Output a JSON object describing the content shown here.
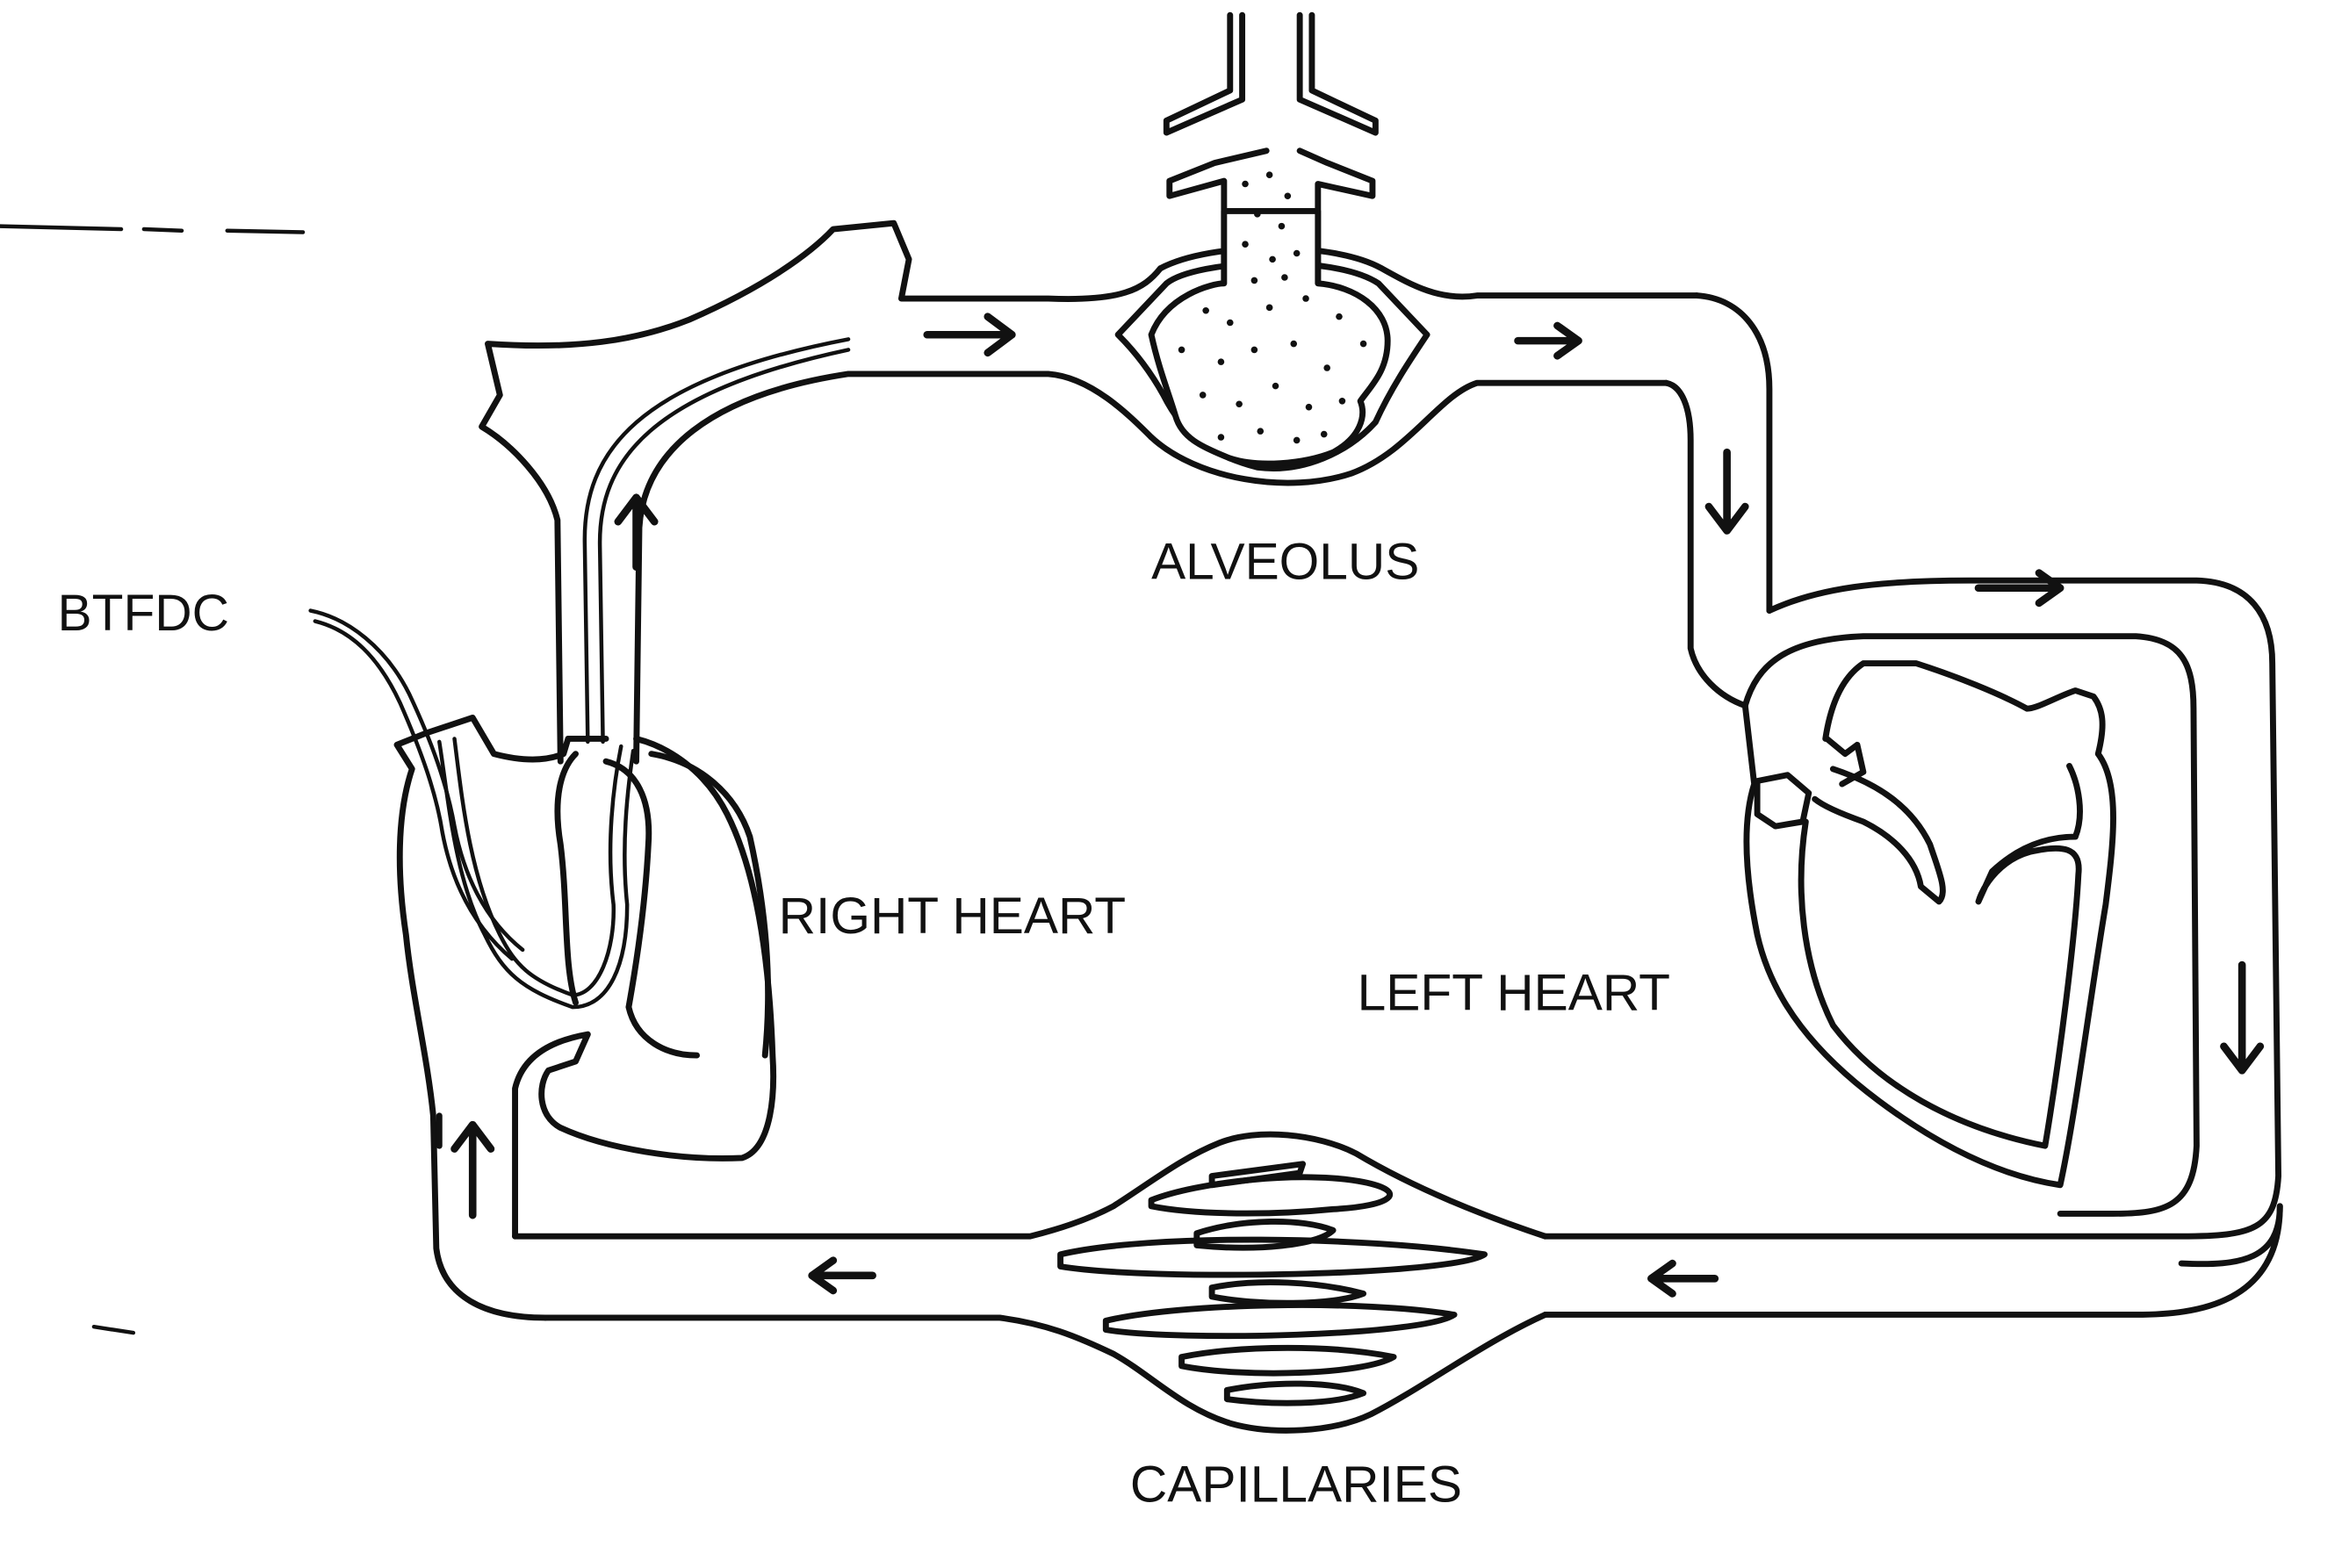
{
  "labels": {
    "alveolus": "ALVEOLUS",
    "btfdc": "BTFDC",
    "right_heart": "RIGHT HEART",
    "left_heart": "LEFT HEART",
    "capillaries": "CAPILLARIES"
  },
  "colors": {
    "ink": "#111111",
    "background": "#ffffff"
  }
}
